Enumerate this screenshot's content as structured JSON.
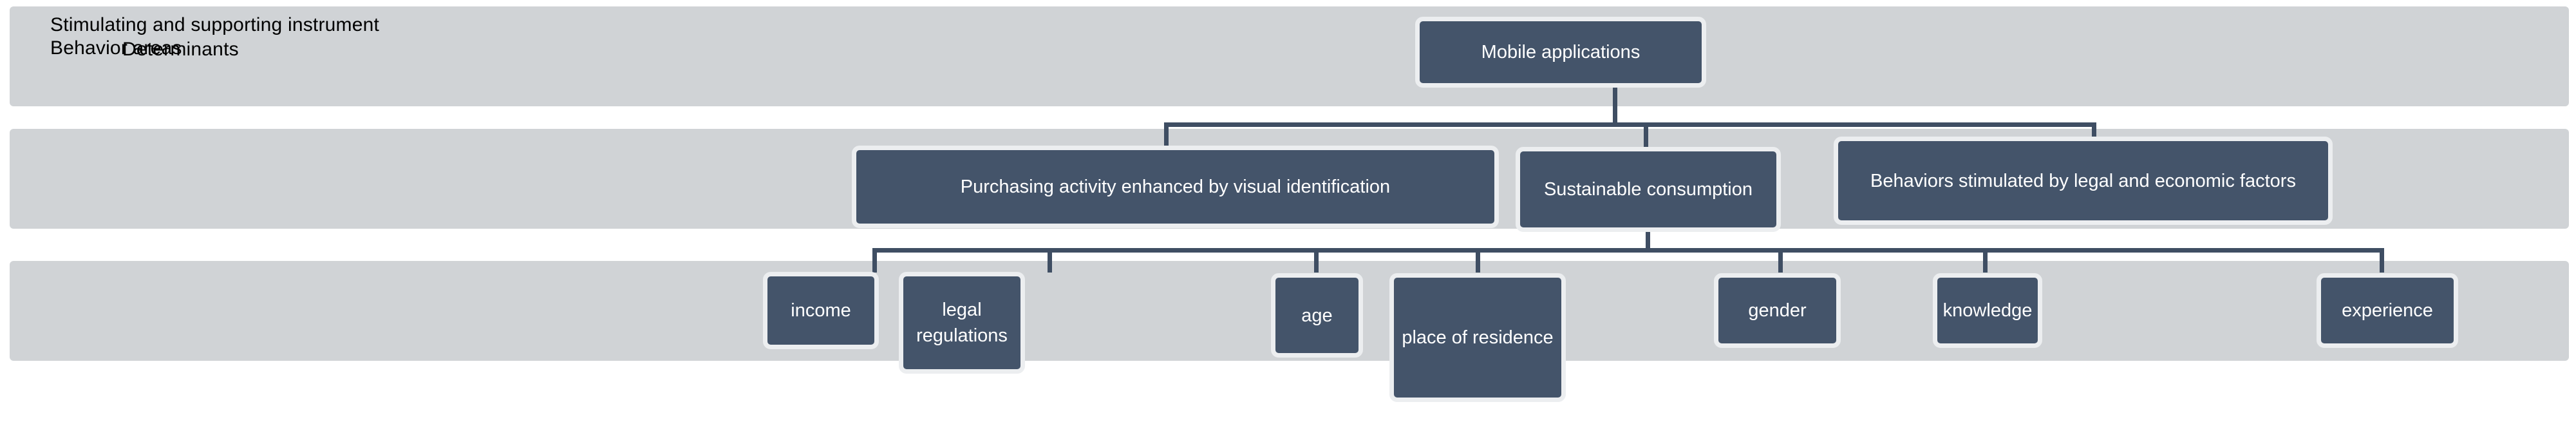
{
  "diagram": {
    "title_rows": [
      {
        "label": "Stimulating and supporting instrument"
      },
      {
        "label": "Behavior areas"
      },
      {
        "label": "Determinants"
      }
    ],
    "colors": {
      "node_fill": "#44546a",
      "node_text": "#ffffff",
      "band_fill": "#d0d3d6",
      "connector": "#3f4e63",
      "node_border": "#eceef0",
      "page_background": "#ffffff"
    },
    "level1": {
      "root": {
        "label": "Mobile applications"
      }
    },
    "level2": {
      "nodes": [
        {
          "label": "Purchasing activity enhanced by visual identification"
        },
        {
          "label": "Sustainable consumption"
        },
        {
          "label": "Behaviors stimulated by legal and economic factors"
        }
      ]
    },
    "level3": {
      "nodes": [
        {
          "label": "income"
        },
        {
          "label": "legal regulations"
        },
        {
          "label": "age"
        },
        {
          "label": "place of residence"
        },
        {
          "label": "gender"
        },
        {
          "label": "knowledge"
        },
        {
          "label": "experience"
        }
      ]
    }
  }
}
